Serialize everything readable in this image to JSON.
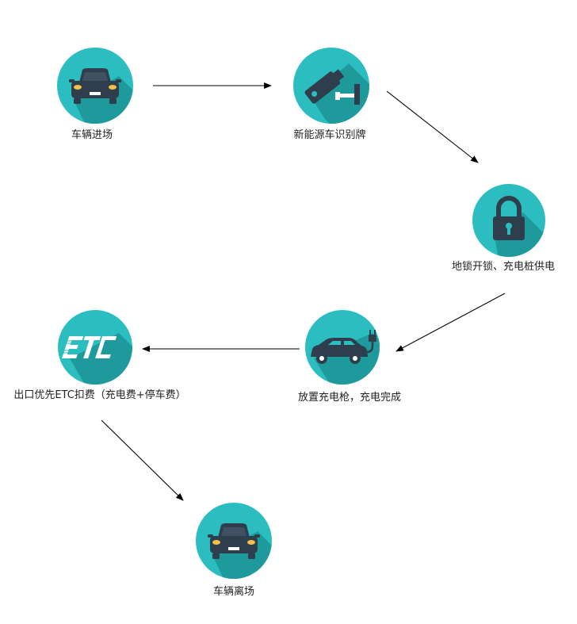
{
  "colors": {
    "circle": "#2cbdc0",
    "shadow": "#1f9a9c",
    "icon_dark": "#2f3e4c",
    "headlight": "#f5c146",
    "arrow": "#000000",
    "background": "#ffffff"
  },
  "steps": [
    {
      "label": "车辆进场",
      "icon": "car-front-icon"
    },
    {
      "label": "新能源车识别牌",
      "icon": "security-camera-icon"
    },
    {
      "label": "地锁开锁、充电桩供电",
      "icon": "padlock-icon"
    },
    {
      "label": "放置充电枪，充电完成",
      "icon": "ev-car-plug-icon"
    },
    {
      "label": "出口优先ETC扣费（充电费+停车费）",
      "icon": "etc-logo-icon",
      "logo_text": "ETC"
    },
    {
      "label": "车辆离场",
      "icon": "car-front-icon"
    }
  ]
}
